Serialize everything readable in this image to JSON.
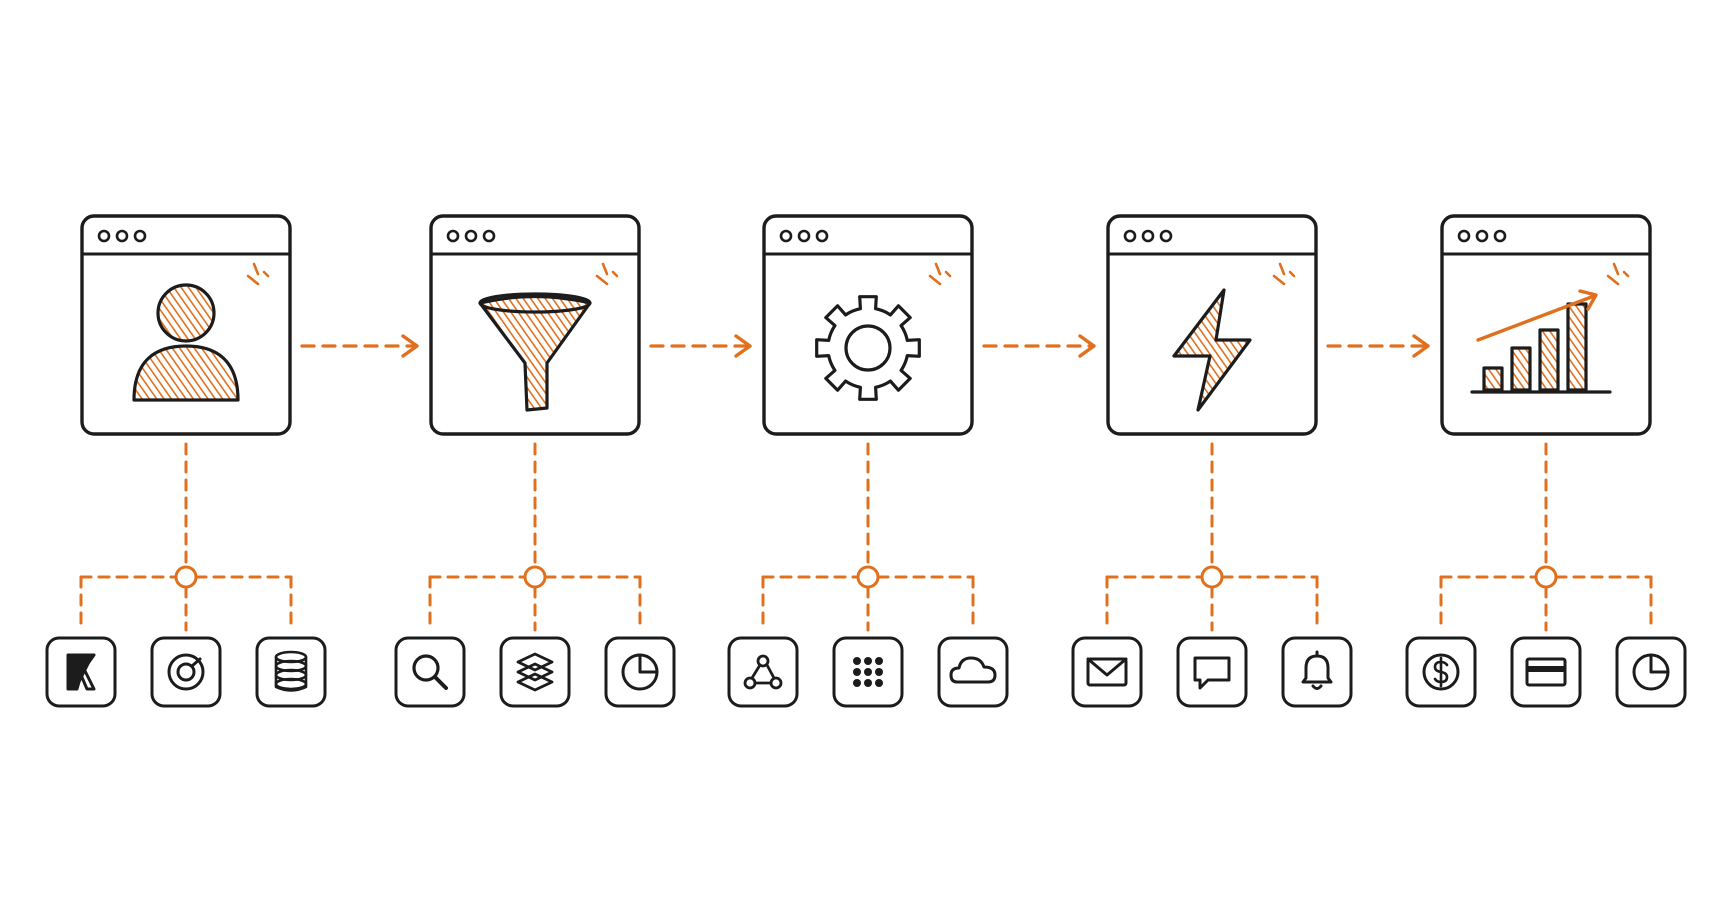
{
  "colors": {
    "ink": "#1c1c1c",
    "accent": "#e0701e",
    "background": "#ffffff"
  },
  "stages": [
    {
      "icon": "user-icon",
      "tools": [
        "keap-icon",
        "target-icon",
        "database-icon"
      ]
    },
    {
      "icon": "funnel-icon",
      "tools": [
        "search-icon",
        "layers-icon",
        "pie-chart-icon"
      ]
    },
    {
      "icon": "gear-icon",
      "tools": [
        "webhook-icon",
        "grid-icon",
        "cloud-icon"
      ]
    },
    {
      "icon": "lightning-icon",
      "tools": [
        "email-icon",
        "chat-icon",
        "bell-icon"
      ]
    },
    {
      "icon": "growth-chart-icon",
      "tools": [
        "dollar-icon",
        "credit-card-icon",
        "pie-chart-icon"
      ]
    }
  ],
  "flow": {
    "arrows_between_stages": 4,
    "arrow_style": "dashed",
    "branch_count_per_stage": 3
  }
}
